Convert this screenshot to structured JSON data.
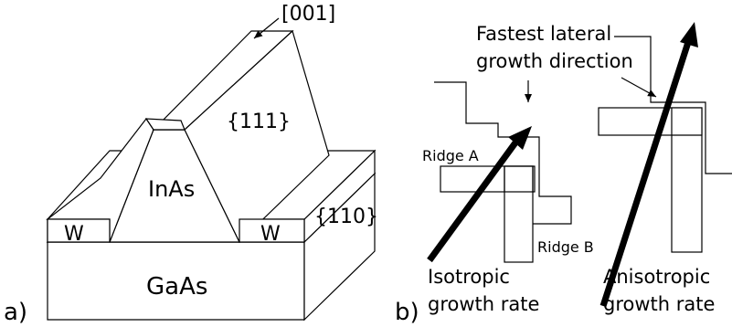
{
  "figure_a": {
    "panel_label": "a)",
    "direction_label": "[001]",
    "facet_top_label": "{111}",
    "facet_side_label": "{110}",
    "ridge_material": "InAs",
    "substrate_material": "GaAs",
    "left_mask_label": "W",
    "right_mask_label": "W"
  },
  "figure_b": {
    "panel_label": "b)",
    "annotation_line1": "Fastest lateral",
    "annotation_line2": "growth direction",
    "ridge_a_label": "Ridge A",
    "ridge_b_label": "Ridge B",
    "isotropic_line1": "Isotropic",
    "isotropic_line2": "growth rate",
    "anisotropic_line1": "Anisotropic",
    "anisotropic_line2": "growth rate"
  }
}
